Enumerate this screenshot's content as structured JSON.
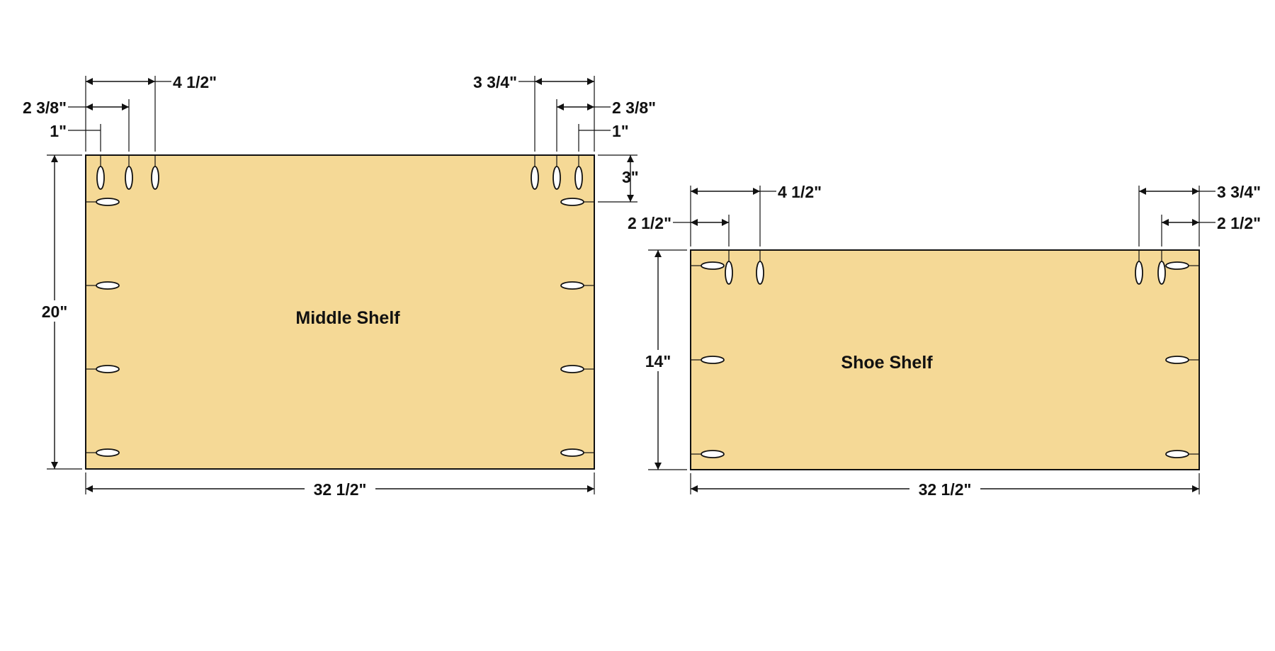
{
  "colors": {
    "board": "#f5d996",
    "line": "#111111",
    "pocket_fill": "#ffffff"
  },
  "middle_shelf": {
    "title": "Middle Shelf",
    "dims": {
      "top_left_outer": "4 1/2\"",
      "top_left_mid": "2 3/8\"",
      "top_left_inner": "1\"",
      "top_right_outer": "3 3/4\"",
      "top_right_mid": "2 3/8\"",
      "top_right_inner": "1\"",
      "right_offset": "3\"",
      "height": "20\"",
      "width": "32 1/2\""
    }
  },
  "shoe_shelf": {
    "title": "Shoe Shelf",
    "dims": {
      "top_left_outer": "4 1/2\"",
      "top_left_inner": "2 1/2\"",
      "top_right_outer": "3 3/4\"",
      "top_right_inner": "2 1/2\"",
      "height": "14\"",
      "width": "32 1/2\""
    }
  }
}
